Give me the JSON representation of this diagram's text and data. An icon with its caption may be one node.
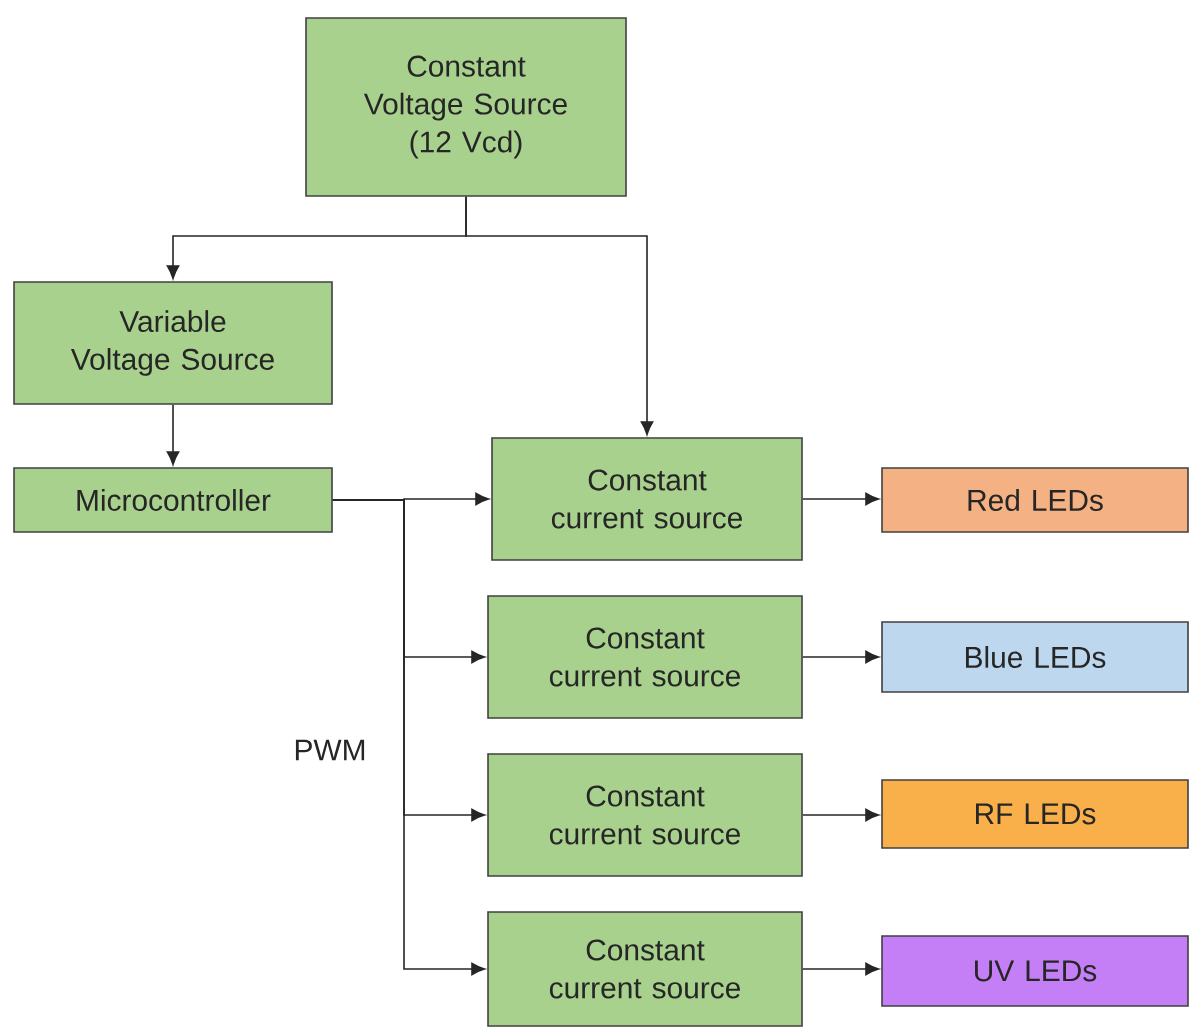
{
  "diagram": {
    "nodes": [
      {
        "text": [
          "Constant Voltage Source (12 Vcd)"
        ]
      },
      {
        "text": [
          "Variable Voltage Source"
        ]
      },
      {
        "text": [
          "Microcontroller"
        ]
      },
      {
        "text": [
          "Constant current source"
        ]
      },
      {
        "text": [
          "Constant current source"
        ]
      },
      {
        "text": [
          "Constant current source"
        ]
      },
      {
        "text": [
          "Constant current source"
        ]
      },
      {
        "text": [
          "Red LEDs"
        ]
      },
      {
        "text": [
          "Blue LEDs"
        ]
      },
      {
        "text": [
          "RF LEDs"
        ]
      },
      {
        "text": [
          "UV LEDs"
        ]
      }
    ],
    "edges": [
      {
        "from": 0,
        "to": 1,
        "arrow": "to"
      },
      {
        "from": 0,
        "to": 3,
        "arrow": "to"
      },
      {
        "from": 1,
        "to": 2,
        "arrow": "to"
      },
      {
        "from": 2,
        "to": 3,
        "arrow": "to"
      },
      {
        "from": 2,
        "to": 4,
        "arrow": "to"
      },
      {
        "from": 2,
        "to": 5,
        "arrow": "to"
      },
      {
        "from": 2,
        "to": 6,
        "arrow": "to"
      },
      {
        "from": 3,
        "to": 7,
        "arrow": "to"
      },
      {
        "from": 4,
        "to": 8,
        "arrow": "to"
      },
      {
        "from": 5,
        "to": 9,
        "arrow": "to"
      },
      {
        "from": 6,
        "to": 10,
        "arrow": "to"
      }
    ],
    "labels": [
      "PWM"
    ]
  }
}
